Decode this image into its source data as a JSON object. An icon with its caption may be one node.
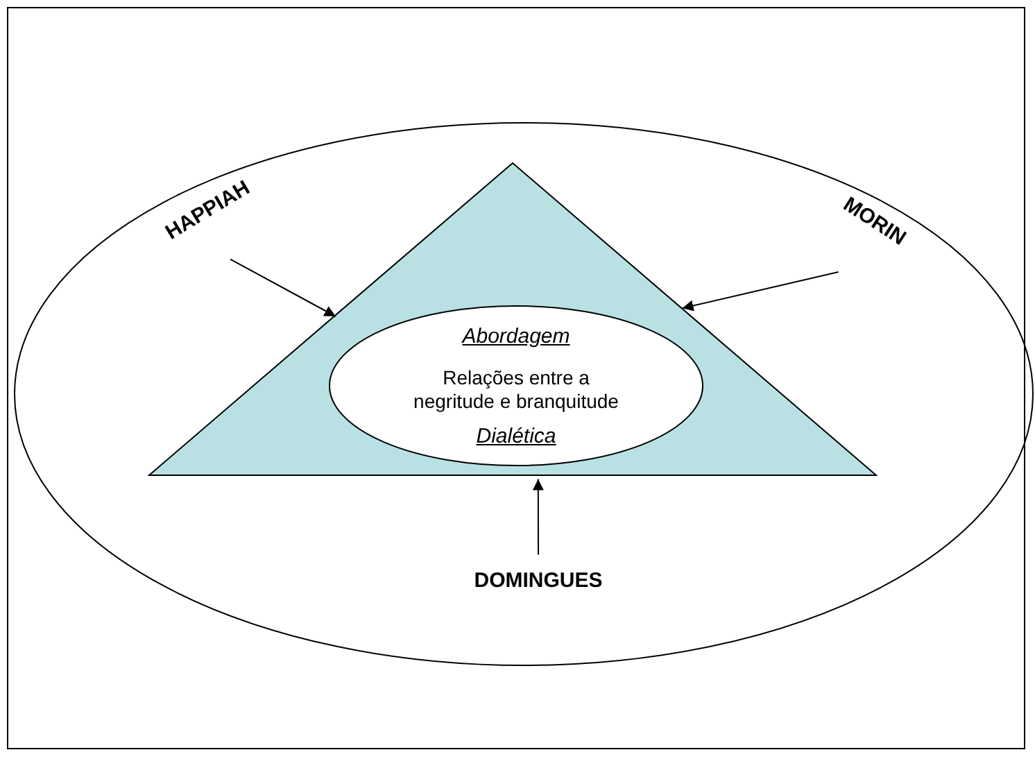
{
  "diagram": {
    "nodes": [
      {
        "text": [],
        "shape": "ellipse"
      },
      {
        "text": [],
        "shape": "triangle",
        "in": 0
      },
      {
        "text": [
          "Abordagem",
          "Relações entre a negritude e branquitude",
          "Dialética"
        ],
        "in": 1
      },
      {
        "text": [
          "HAPPIAH"
        ],
        "in": 0
      },
      {
        "text": [
          "MORIN"
        ],
        "in": 0
      },
      {
        "text": [
          "DOMINGUES"
        ],
        "in": 0
      }
    ],
    "edges": [
      {
        "from": 3,
        "to": 1,
        "arrow": "to"
      },
      {
        "from": 4,
        "to": 1,
        "arrow": "to"
      },
      {
        "from": 5,
        "to": 1,
        "arrow": "to"
      }
    ]
  }
}
